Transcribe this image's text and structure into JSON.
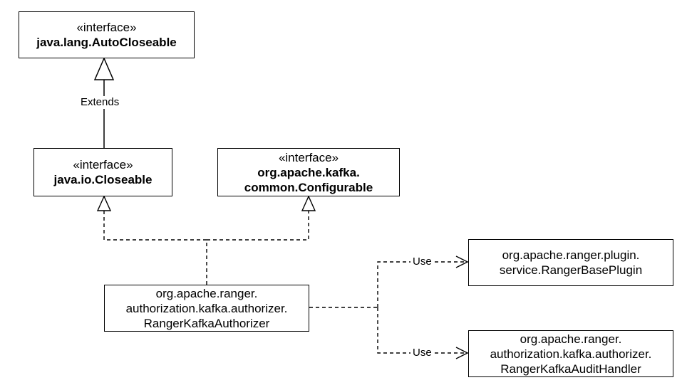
{
  "diagram": {
    "nodes": {
      "autocloseable": {
        "stereotype": "«interface»",
        "name": "java.lang.AutoCloseable"
      },
      "closeable": {
        "stereotype": "«interface»",
        "name": "java.io.Closeable"
      },
      "configurable": {
        "stereotype": "«interface»",
        "name_line1": "org.apache.kafka.",
        "name_line2": "common.Configurable"
      },
      "authorizer": {
        "line1": "org.apache.ranger.",
        "line2": "authorization.kafka.authorizer.",
        "line3": "RangerKafkaAuthorizer"
      },
      "baseplugin": {
        "line1": "org.apache.ranger.plugin.",
        "line2": "service.RangerBasePlugin"
      },
      "audithandler": {
        "line1": "org.apache.ranger.",
        "line2": "authorization.kafka.authorizer.",
        "line3": "RangerKafkaAuditHandler"
      }
    },
    "edges": {
      "extends_label": "Extends",
      "use_label_1": "Use",
      "use_label_2": "Use"
    }
  }
}
